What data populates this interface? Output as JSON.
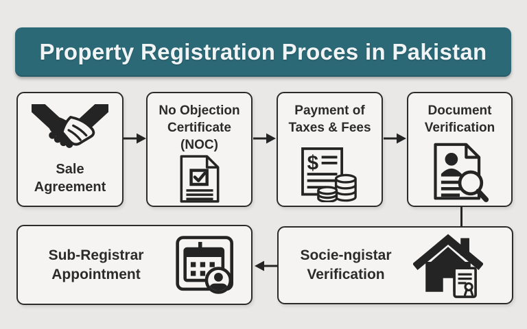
{
  "title": "Property Registration Proces in Pakistan",
  "colors": {
    "background": "#e9e8e6",
    "banner_fill": "#2c6977",
    "banner_text": "#f0f4f5",
    "box_fill": "#f5f4f2",
    "box_border": "#2b2b2b",
    "text": "#2b2b2b",
    "icon": "#242424"
  },
  "glyphs": {
    "dollar": "$"
  },
  "steps": [
    {
      "label": "Sale Agreement",
      "icon": "handshake-icon"
    },
    {
      "label": "No Objection Certificate (NOC)",
      "icon": "noc-document-icon"
    },
    {
      "label": "Payment of Taxes & Fees",
      "icon": "invoice-coins-icon"
    },
    {
      "label": "Document Verification",
      "icon": "document-search-icon"
    },
    {
      "label": "Socie-ngistar Verification",
      "icon": "house-certificate-icon"
    },
    {
      "label": "Sub-Registrar Appointment",
      "icon": "calendar-person-icon"
    }
  ],
  "flow": [
    {
      "from": "Sale Agreement",
      "to": "No Objection Certificate (NOC)",
      "direction": "right"
    },
    {
      "from": "No Objection Certificate (NOC)",
      "to": "Payment of Taxes & Fees",
      "direction": "right"
    },
    {
      "from": "Payment of Taxes & Fees",
      "to": "Document Verification",
      "direction": "right"
    },
    {
      "from": "Document Verification",
      "to": "Socie-ngistar Verification",
      "direction": "down"
    },
    {
      "from": "Socie-ngistar Verification",
      "to": "Sub-Registrar Appointment",
      "direction": "left"
    }
  ]
}
